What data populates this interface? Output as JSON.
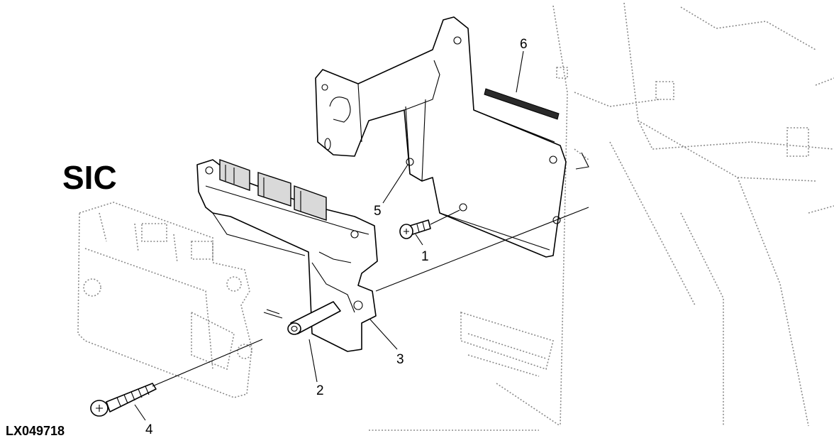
{
  "diagram": {
    "title": "SIC",
    "figure_code": "LX049718",
    "callouts": [
      "1",
      "2",
      "3",
      "4",
      "5",
      "6"
    ]
  }
}
